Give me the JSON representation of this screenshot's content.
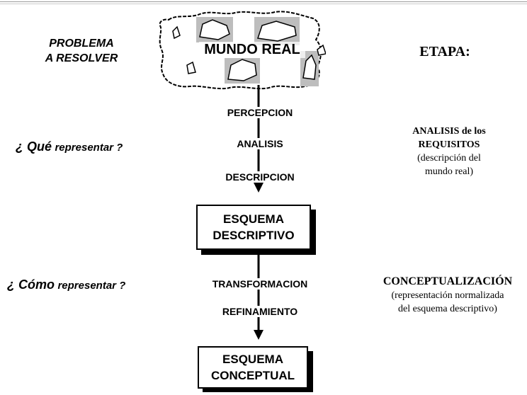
{
  "world": {
    "label": "MUNDO REAL"
  },
  "left": {
    "problem_line1": "PROBLEMA",
    "problem_line2": "A RESOLVER",
    "que_prefix": "¿ Qué",
    "que_suffix": "representar ?",
    "como_prefix": "¿ Cómo",
    "como_suffix": "representar ?"
  },
  "flow": {
    "percepcion": "PERCEPCION",
    "analisis": "ANALISIS",
    "descripcion": "DESCRIPCION",
    "transformacion": "TRANSFORMACION",
    "refinamiento": "REFINAMIENTO"
  },
  "boxes": {
    "descriptivo_line1": "ESQUEMA",
    "descriptivo_line2": "DESCRIPTIVO",
    "conceptual_line1": "ESQUEMA",
    "conceptual_line2": "CONCEPTUAL"
  },
  "right": {
    "etapa": "ETAPA:",
    "analisis_line1": "ANALISIS de los",
    "analisis_line2": "REQUISITOS",
    "analisis_line3": "(descripción del",
    "analisis_line4": "mundo real)",
    "concept_title": "CONCEPTUALIZACIÓN",
    "concept_line2": "(representación normalizada",
    "concept_line3": "del esquema descriptivo)"
  },
  "colors": {
    "shape_fill": "#bdbdbd",
    "line": "#000000"
  }
}
